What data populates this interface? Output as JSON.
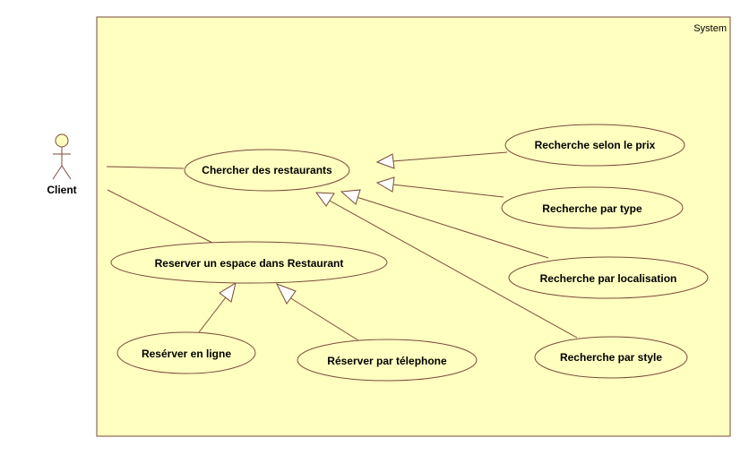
{
  "system": {
    "label": "System",
    "fill": "#ffffc0",
    "stroke": "#7a4a3a"
  },
  "actor": {
    "label": "Client",
    "head_fill": "#ffffc0",
    "stroke": "#7a4a3a"
  },
  "use_cases": {
    "chercher": "Chercher des restaurants",
    "reserver": "Reserver un espace dans Restaurant",
    "prix": "Recherche selon le prix",
    "type": "Recherche par type",
    "localisation": "Recherche par localisation",
    "style": "Recherche par style",
    "en_ligne": "Resérver en ligne",
    "telephone": "Réserver par télephone"
  },
  "colors": {
    "ellipse_fill": "#ffffc0",
    "ellipse_stroke": "#7a4a3a",
    "line": "#7a4a3a"
  }
}
